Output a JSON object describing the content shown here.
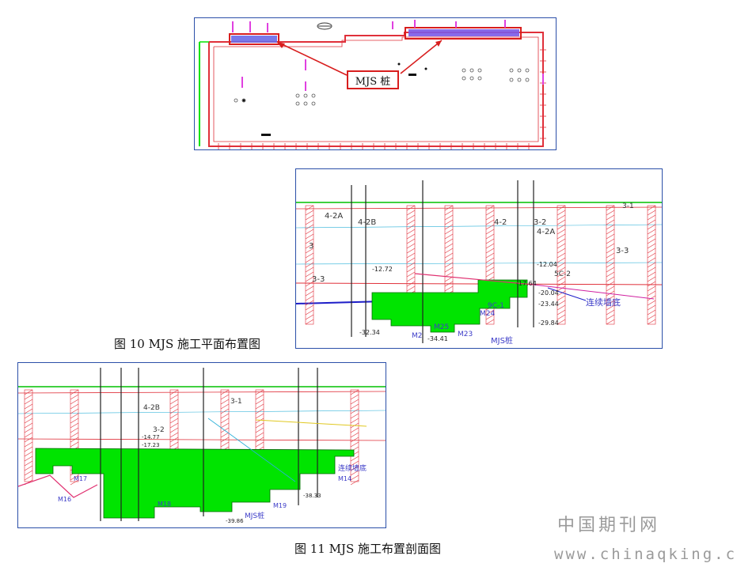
{
  "figure10": {
    "caption": "图 10 MJS 施工平面布置图",
    "callout_label": "MJS 桩"
  },
  "figure11": {
    "caption": "图 11 MJS 施工布置剖面图"
  },
  "section_top": {
    "strata": [
      "4-2A",
      "4-2B",
      "3",
      "3-3",
      "4-2",
      "3-2",
      "4-2A",
      "3-3",
      "3-1",
      "5C-2"
    ],
    "elevations": [
      "-12.72",
      "-20.04",
      "-23.44",
      "-29.84",
      "-32.34",
      "-34.41",
      "-17.64",
      "-12.04"
    ],
    "pile_labels": [
      "M25",
      "M24",
      "M23",
      "M2",
      "9C-1"
    ],
    "wall_label": "连续墙底",
    "mjs_label": "MJS桩"
  },
  "section_bottom": {
    "strata": [
      "4-2B",
      "3-1",
      "3-2"
    ],
    "elevations": [
      "-38.33",
      "-39.86",
      "-14.77",
      "-17.23"
    ],
    "pile_labels": [
      "M16",
      "M17",
      "M18",
      "M19",
      "M14"
    ],
    "wall_label": "连续墙底",
    "mjs_label": "MJS桩"
  },
  "watermark": {
    "cn": "中国期刊网",
    "url": "www.chinaqking.com"
  },
  "colors": {
    "accent_green": "#00e400",
    "drawing_red": "#e0303a",
    "callout_red": "#d81e1e",
    "panel_border": "#2b4fa8",
    "label_blue": "#3c3cc8"
  }
}
